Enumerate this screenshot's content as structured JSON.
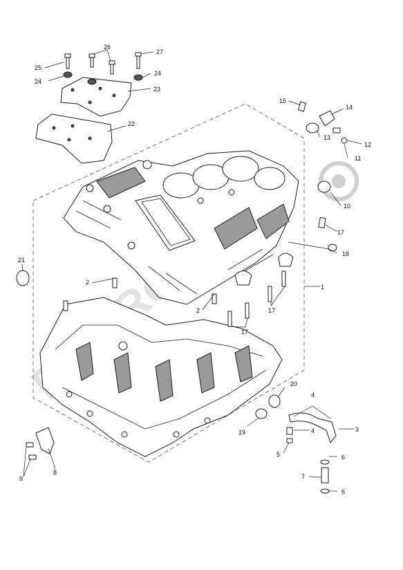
{
  "diagram": {
    "watermark": "PartsRepublik",
    "callouts": [
      {
        "id": "c1",
        "label": "1"
      },
      {
        "id": "c2a",
        "label": "2"
      },
      {
        "id": "c2b",
        "label": "2"
      },
      {
        "id": "c3",
        "label": "3"
      },
      {
        "id": "c4a",
        "label": "4"
      },
      {
        "id": "c4b",
        "label": "4"
      },
      {
        "id": "c5",
        "label": "5"
      },
      {
        "id": "c6a",
        "label": "6"
      },
      {
        "id": "c6b",
        "label": "6"
      },
      {
        "id": "c7",
        "label": "7"
      },
      {
        "id": "c8",
        "label": "8"
      },
      {
        "id": "c9",
        "label": "9"
      },
      {
        "id": "c10",
        "label": "10"
      },
      {
        "id": "c11",
        "label": "11"
      },
      {
        "id": "c12",
        "label": "12"
      },
      {
        "id": "c13",
        "label": "13"
      },
      {
        "id": "c14",
        "label": "14"
      },
      {
        "id": "c15",
        "label": "15"
      },
      {
        "id": "c17a",
        "label": "17"
      },
      {
        "id": "c17b",
        "label": "17"
      },
      {
        "id": "c17c",
        "label": "17"
      },
      {
        "id": "c18",
        "label": "18"
      },
      {
        "id": "c19",
        "label": "19"
      },
      {
        "id": "c20",
        "label": "20"
      },
      {
        "id": "c21",
        "label": "21"
      },
      {
        "id": "c22",
        "label": "22"
      },
      {
        "id": "c23",
        "label": "23"
      },
      {
        "id": "c24a",
        "label": "24"
      },
      {
        "id": "c24b",
        "label": "24"
      },
      {
        "id": "c25",
        "label": "25"
      },
      {
        "id": "c26",
        "label": "26"
      },
      {
        "id": "c27",
        "label": "27"
      }
    ]
  }
}
